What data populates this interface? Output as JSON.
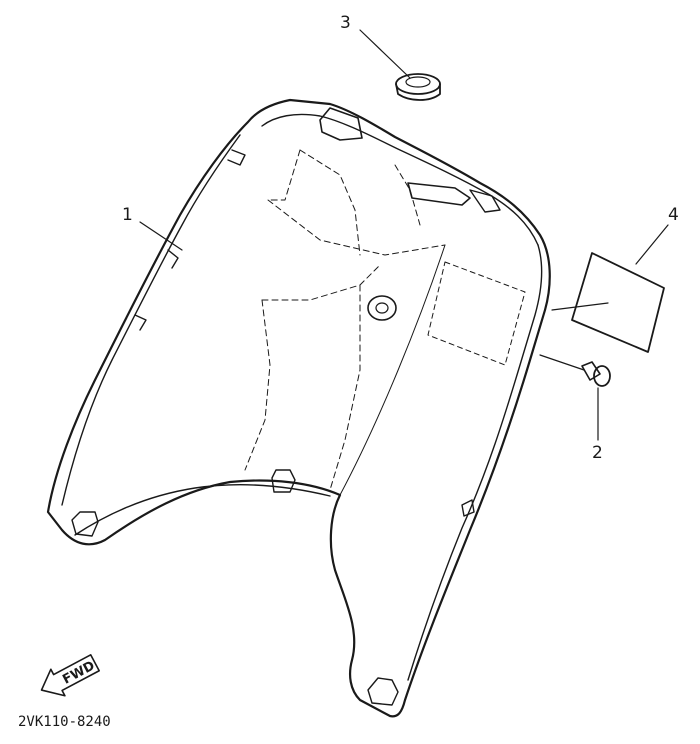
{
  "callouts": {
    "part_1": "1",
    "part_2": "2",
    "part_3": "3",
    "part_4": "4"
  },
  "fwd_arrow": {
    "label": "FWD"
  },
  "diagram_code": "2VK110-8240",
  "ink_color": "#1a1a1a"
}
